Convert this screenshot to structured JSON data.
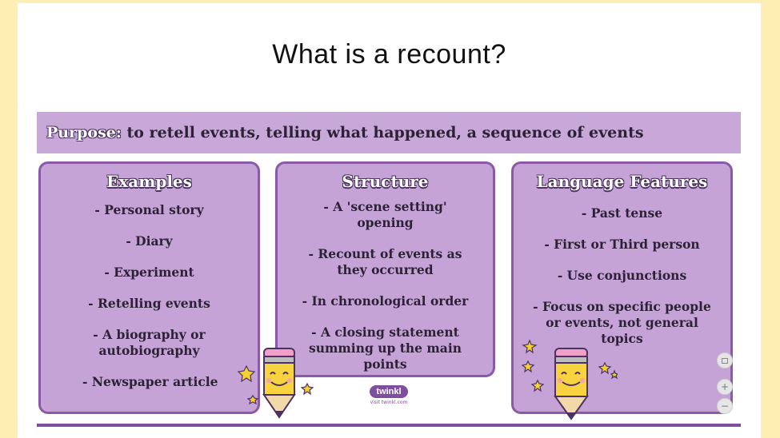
{
  "slide": {
    "title": "What is a recount?"
  },
  "purpose": {
    "label": "Purpose:",
    "text": " to retell events, telling what happened, a sequence of events"
  },
  "cards": {
    "examples": {
      "title": "Examples",
      "items": [
        "- Personal story",
        "- Diary",
        "- Experiment",
        "- Retelling events",
        "- A biography or autobiography",
        "- Newspaper article"
      ]
    },
    "structure": {
      "title": "Structure",
      "items": [
        "- A 'scene setting' opening",
        "- Recount of events as they occurred",
        "- In chronological order",
        "- A closing statement summing up the main points"
      ]
    },
    "language": {
      "title": "Language Features",
      "items": [
        "- Past tense",
        "- First or Third person",
        "- Use conjunctions",
        "- Focus on specific people or events, not general topics"
      ]
    }
  },
  "logo": {
    "brand": "twinkl",
    "url": "visit twinkl.com"
  },
  "controls": {
    "fit_icon": "fullscreen-icon",
    "zoom_in": "+",
    "zoom_out": "−"
  },
  "colors": {
    "background": "#fdeeb3",
    "purpose_bar": "#c8a8d9",
    "card_fill": "#c5a3d7",
    "card_border": "#8a5aa8",
    "accent": "#7d4f9e"
  }
}
